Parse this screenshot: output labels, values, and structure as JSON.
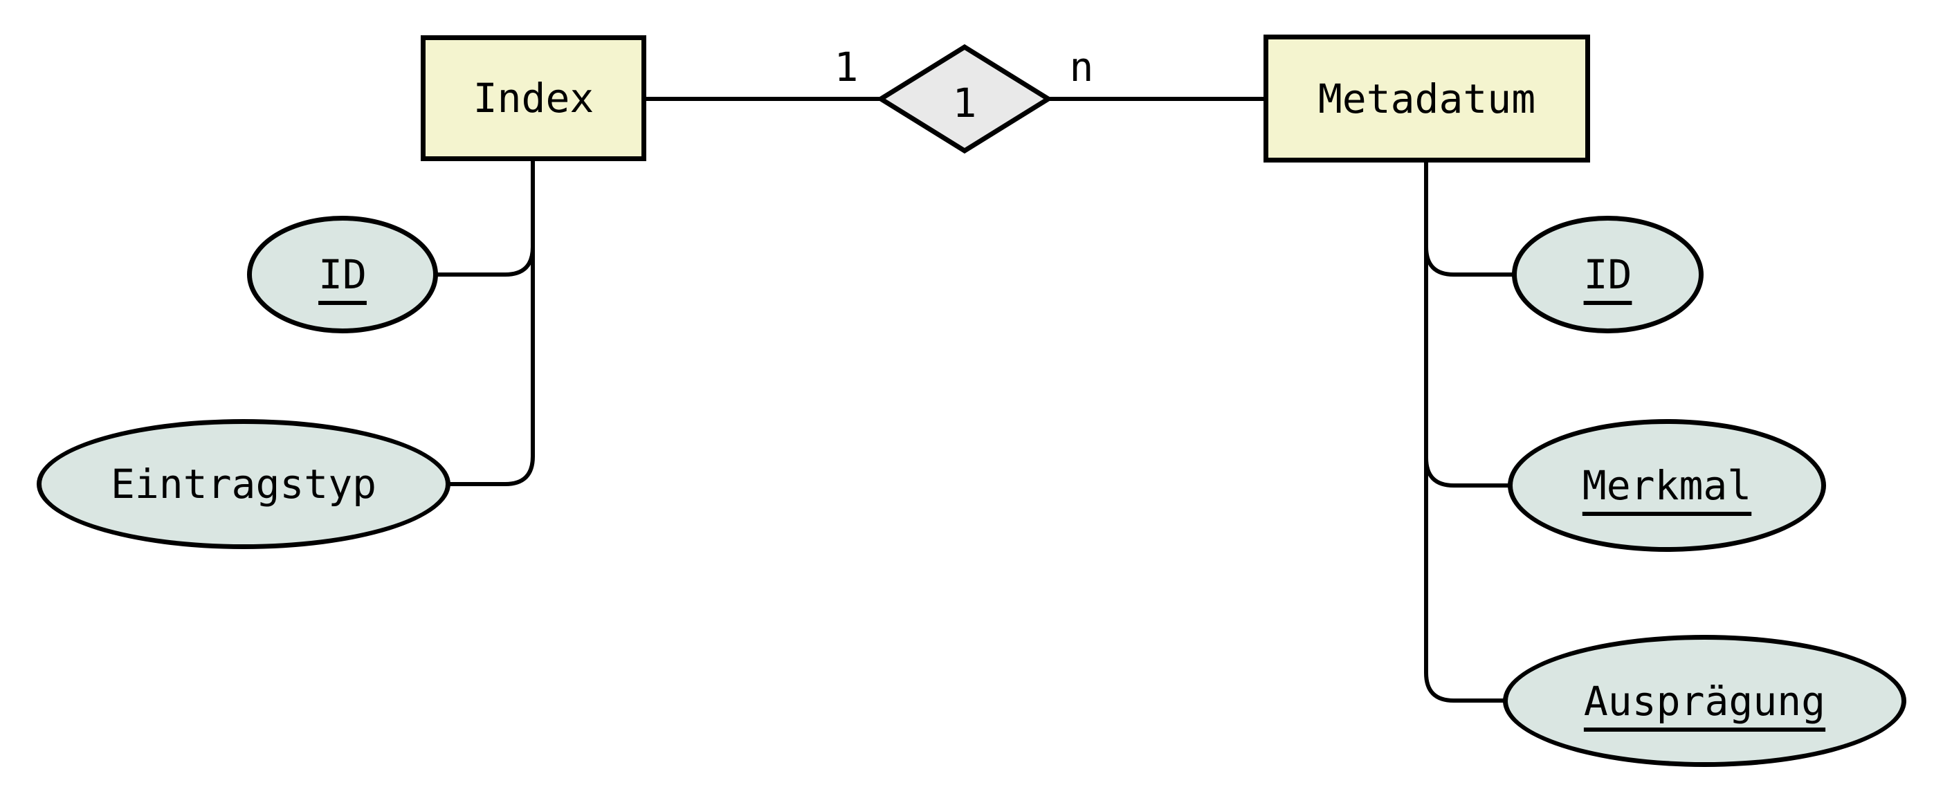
{
  "diagram": {
    "type": "entity-relationship",
    "entities": [
      {
        "id": "index",
        "label": "Index"
      },
      {
        "id": "metadatum",
        "label": "Metadatum"
      }
    ],
    "relationship": {
      "label": "1",
      "cardinality_left": "1",
      "cardinality_right": "n",
      "between": [
        "Index",
        "Metadatum"
      ]
    },
    "attributes": [
      {
        "id": "index-id",
        "owner": "Index",
        "label": "ID",
        "key": true
      },
      {
        "id": "index-eintragstyp",
        "owner": "Index",
        "label": "Eintragstyp",
        "key": false
      },
      {
        "id": "metadatum-id",
        "owner": "Metadatum",
        "label": "ID",
        "key": true
      },
      {
        "id": "metadatum-merkmal",
        "owner": "Metadatum",
        "label": "Merkmal",
        "key": true
      },
      {
        "id": "metadatum-auspraegung",
        "owner": "Metadatum",
        "label": "Ausprägung",
        "key": true
      }
    ],
    "colors": {
      "entity_fill": "#f4f4cf",
      "attribute_fill": "#dae6e2",
      "relationship_fill": "#e9e9e9",
      "stroke": "#000000",
      "background": "#ffffff"
    }
  }
}
